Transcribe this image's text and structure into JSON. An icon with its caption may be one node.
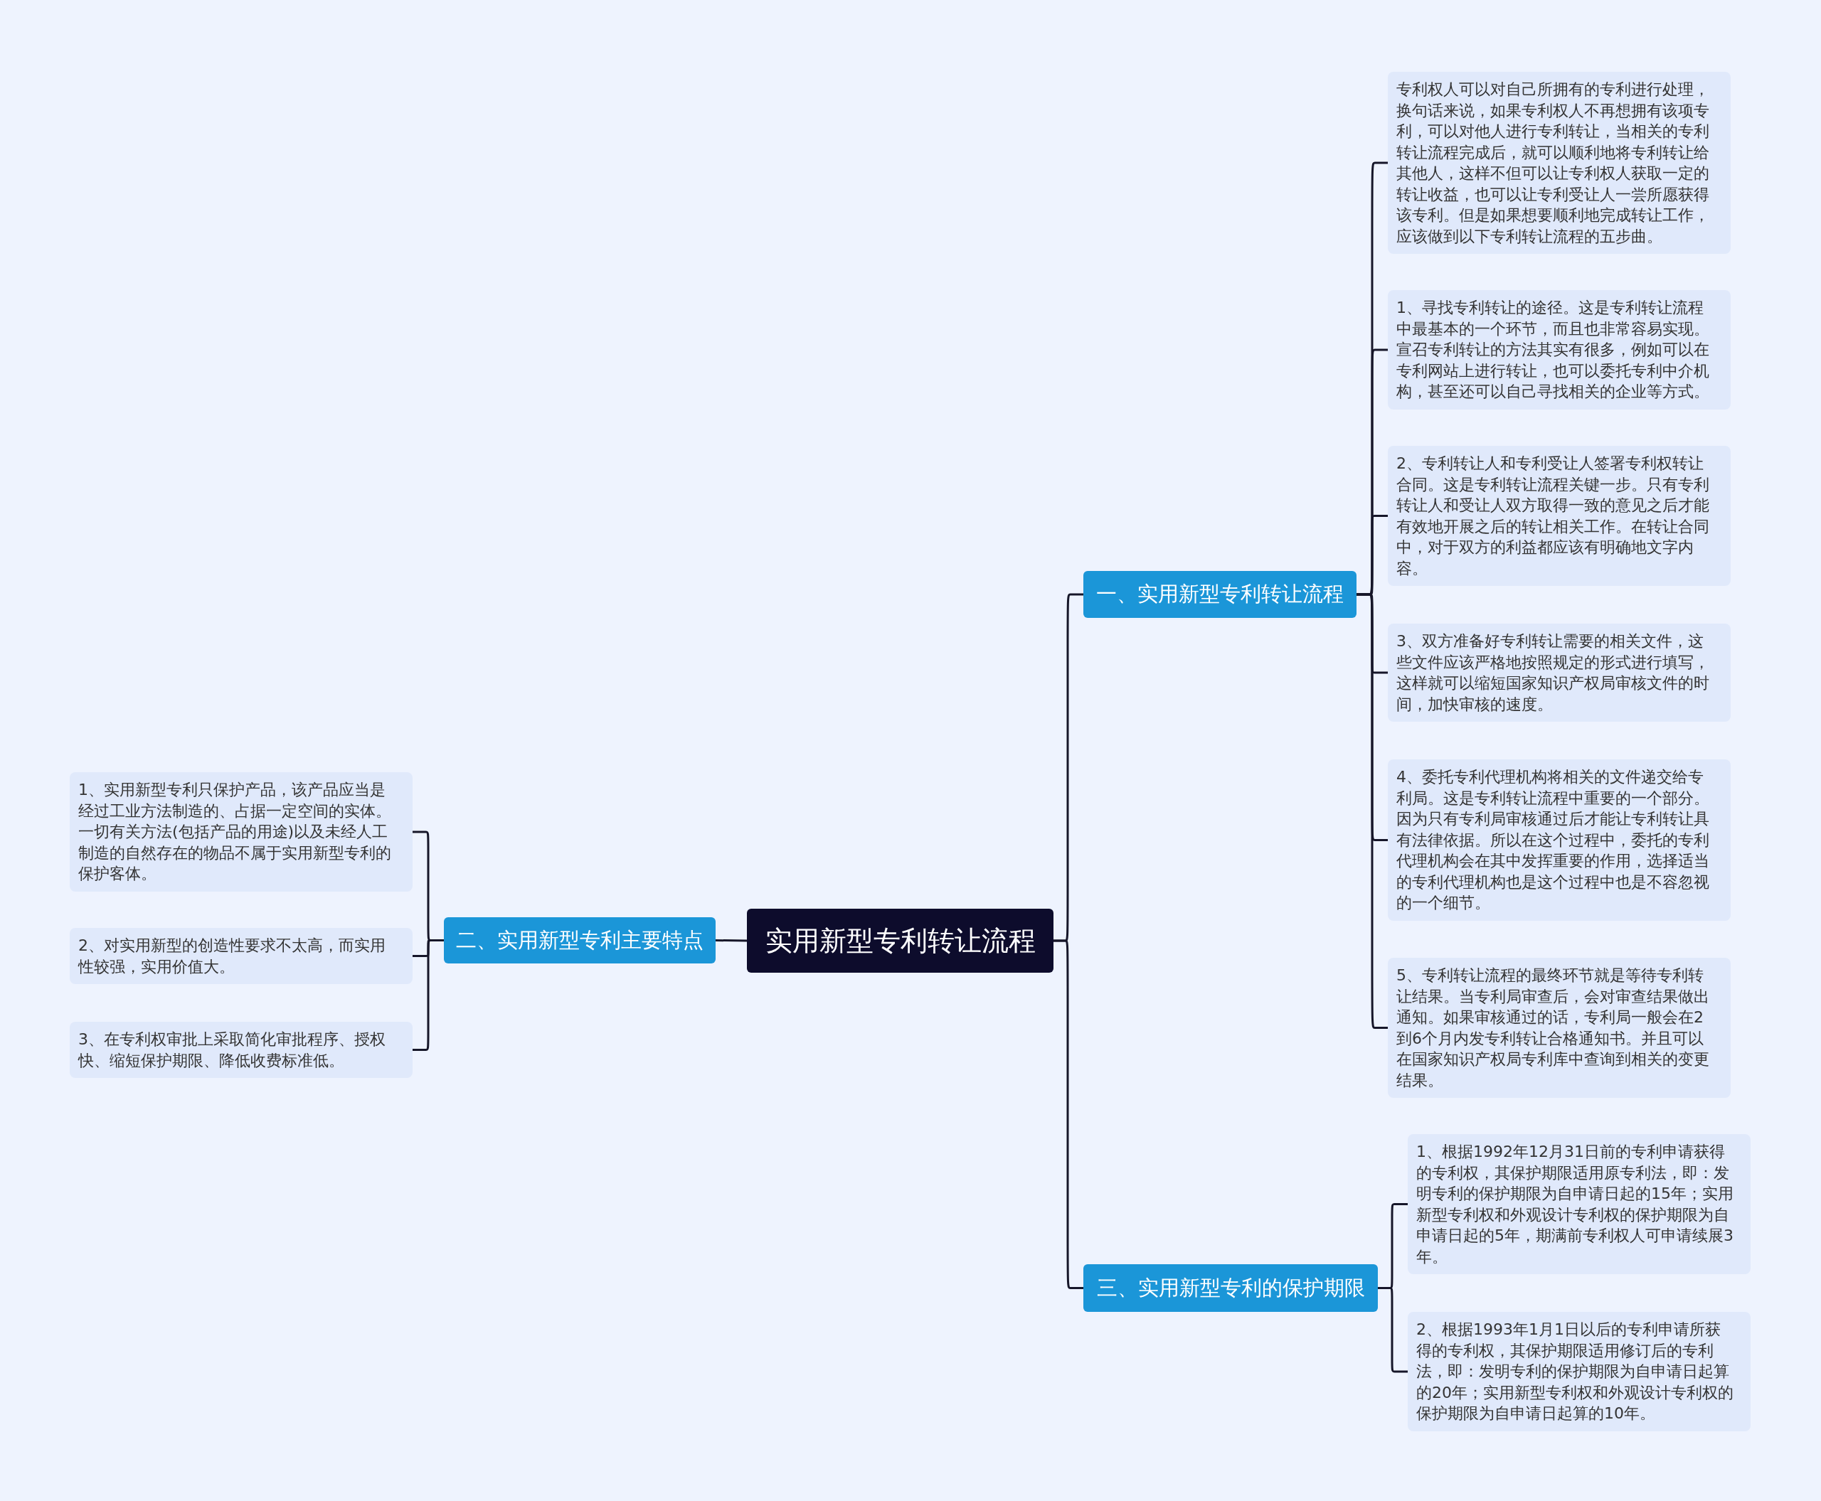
{
  "diagram": {
    "nodes": [
      {
        "text": [
          "实用新型专利转让流程"
        ]
      },
      {
        "text": [
          "一、实用新型专利转让流程"
        ]
      },
      {
        "text": [
          "专利权人可以对自己所拥有的专利进行处理，换句话来说，如果专利权人不再想拥有该项专利，可以对他人进行专利转让，当相关的专利转让流程完成后，就可以顺利地将专利转让给其他人，这样不但可以让专利权人获取一定的转让收益，也可以让专利受让人一尝所愿获得该专利。但是如果想要顺利地完成转让工作，应该做到以下专利转让流程的五步曲。"
        ]
      },
      {
        "text": [
          "1、寻找专利转让的途径。这是专利转让流程中最基本的一个环节，而且也非常容易实现。宣召专利转让的方法其实有很多，例如可以在专利网站上进行转让，也可以委托专利中介机构，甚至还可以自己寻找相关的企业等方式。"
        ]
      },
      {
        "text": [
          "2、专利转让人和专利受让人签署专利权转让合同。这是专利转让流程关键一步。只有专利转让人和受让人双方取得一致的意见之后才能有效地开展之后的转让相关工作。在转让合同中，对于双方的利益都应该有明确地文字内容。"
        ]
      },
      {
        "text": [
          "3、双方准备好专利转让需要的相关文件，这些文件应该严格地按照规定的形式进行填写，这样就可以缩短国家知识产权局审核文件的时间，加快审核的速度。"
        ]
      },
      {
        "text": [
          "4、委托专利代理机构将相关的文件递交给专利局。这是专利转让流程中重要的一个部分。因为只有专利局审核通过后才能让专利转让具有法律依据。所以在这个过程中，委托的专利代理机构会在其中发挥重要的作用，选择适当的专利代理机构也是这个过程中也是不容忽视的一个细节。"
        ]
      },
      {
        "text": [
          "5、专利转让流程的最终环节就是等待专利转让结果。当专利局审查后，会对审查结果做出通知。如果审核通过的话，专利局一般会在2到6个月内发专利转让合格通知书。并且可以在国家知识产权局专利库中查询到相关的变更结果。"
        ]
      },
      {
        "text": [
          "二、实用新型专利主要特点"
        ]
      },
      {
        "text": [
          "1、实用新型专利只保护产品，该产品应当是经过工业方法制造的、占据一定空间的实体。一切有关方法(包括产品的用途)以及未经人工制造的自然存在的物品不属于实用新型专利的保护客体。"
        ]
      },
      {
        "text": [
          "2、对实用新型的创造性要求不太高，而实用性较强，实用价值大。"
        ]
      },
      {
        "text": [
          "3、在专利权审批上采取简化审批程序、授权快、缩短保护期限、降低收费标准低。"
        ]
      },
      {
        "text": [
          "三、实用新型专利的保护期限"
        ]
      },
      {
        "text": [
          "1、根据1992年12月31日前的专利申请获得的专利权，其保护期限适用原专利法，即：发明专利的保护期限为自申请日起的15年；实用新型专利权和外观设计专利权的保护期限为自申请日起的5年，期满前专利权人可申请续展3年。"
        ]
      },
      {
        "text": [
          "2、根据1993年1月1日以后的专利申请所获得的专利权，其保护期限适用修订后的专利法，即：发明专利的保护期限为自申请日起算的20年；实用新型专利权和外观设计专利权的保护期限为自申请日起算的10年。"
        ]
      }
    ],
    "edges": [
      {
        "from": 0,
        "to": 1,
        "arrow": "none"
      },
      {
        "from": 1,
        "to": 2,
        "arrow": "none"
      },
      {
        "from": 1,
        "to": 3,
        "arrow": "none"
      },
      {
        "from": 1,
        "to": 4,
        "arrow": "none"
      },
      {
        "from": 1,
        "to": 5,
        "arrow": "none"
      },
      {
        "from": 1,
        "to": 6,
        "arrow": "none"
      },
      {
        "from": 1,
        "to": 7,
        "arrow": "none"
      },
      {
        "from": 0,
        "to": 8,
        "arrow": "none"
      },
      {
        "from": 8,
        "to": 9,
        "arrow": "none"
      },
      {
        "from": 8,
        "to": 10,
        "arrow": "none"
      },
      {
        "from": 8,
        "to": 11,
        "arrow": "none"
      },
      {
        "from": 0,
        "to": 12,
        "arrow": "none"
      },
      {
        "from": 12,
        "to": 13,
        "arrow": "none"
      },
      {
        "from": 12,
        "to": 14,
        "arrow": "none"
      }
    ]
  }
}
